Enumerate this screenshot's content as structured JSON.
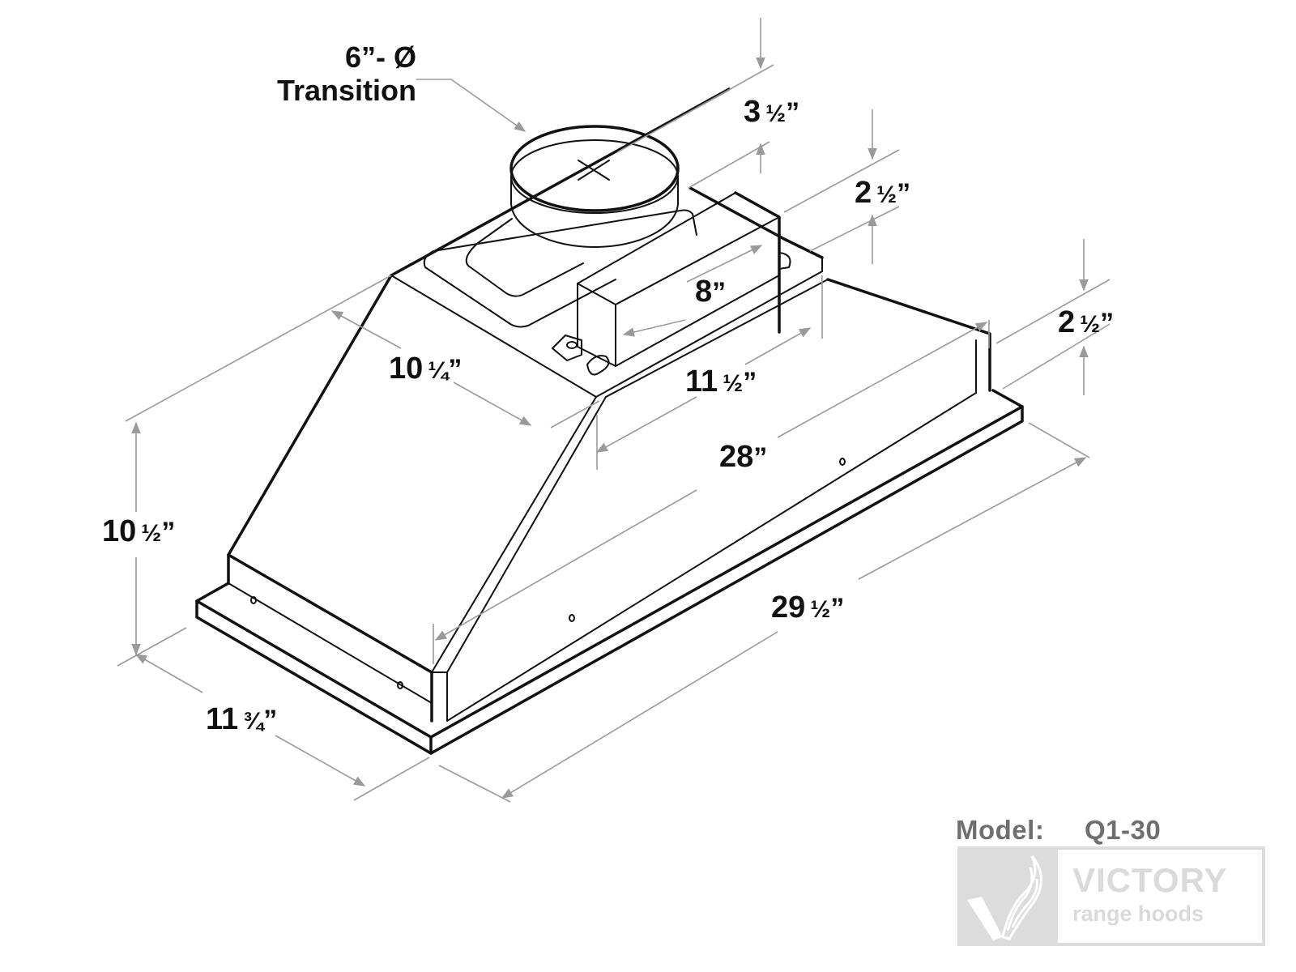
{
  "diagram": {
    "type": "dimensioned isometric product drawing",
    "subject": "insert range hood"
  },
  "callouts": {
    "transition_size": "6”- Ø",
    "transition_label": "Transition"
  },
  "dimensions": {
    "duct_height": {
      "whole": "3",
      "frac": "½",
      "unit": "”"
    },
    "motor_box_height": {
      "whole": "2",
      "frac": "½",
      "unit": "”"
    },
    "motor_box_length": {
      "whole": "8",
      "frac": "",
      "unit": "”"
    },
    "top_depth": {
      "whole": "10",
      "frac": "¼",
      "unit": "”"
    },
    "top_width": {
      "whole": "11",
      "frac": "½",
      "unit": "”"
    },
    "liner_flange_height": {
      "whole": "2",
      "frac": "½",
      "unit": "”"
    },
    "body_width": {
      "whole": "28",
      "frac": "",
      "unit": "”"
    },
    "overall_height": {
      "whole": "10",
      "frac": "½",
      "unit": "”"
    },
    "overall_width": {
      "whole": "29",
      "frac": "½",
      "unit": "”"
    },
    "overall_depth": {
      "whole": "11",
      "frac": "¾",
      "unit": "”"
    }
  },
  "model": {
    "label": "Model:",
    "value": "Q1-30"
  },
  "brand": {
    "name": "VICTORY",
    "tagline": "range hoods",
    "logo_color": "#dcdcdc"
  },
  "colors": {
    "outline": "#111111",
    "dimension_line": "#9a9a9a",
    "model_text": "#6f6f6f"
  }
}
